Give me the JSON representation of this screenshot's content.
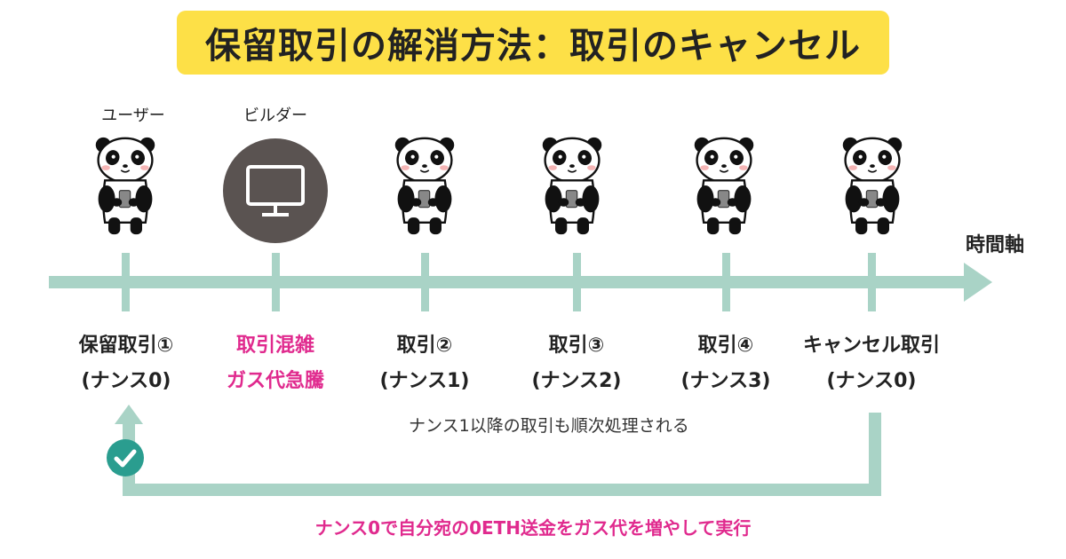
{
  "title": "保留取引の解消方法：取引のキャンセル",
  "roles": {
    "user": "ユーザー",
    "builder": "ビルダー"
  },
  "axis_label": "時間軸",
  "transactions": [
    {
      "line1": "保留取引①",
      "line2": "(ナンス0)"
    },
    {
      "line1": "取引混雑",
      "line2": "ガス代急騰"
    },
    {
      "line1": "取引②",
      "line2": "(ナンス1)"
    },
    {
      "line1": "取引③",
      "line2": "(ナンス2)"
    },
    {
      "line1": "取引④",
      "line2": "(ナンス3)"
    },
    {
      "line1": "キャンセル取引",
      "line2": "(ナンス0)"
    }
  ],
  "note": "ナンス1以降の取引も順次処理される",
  "footer_note": "ナンス0で自分宛の0ETH送金をガス代を増やして実行",
  "icons": {
    "mascot": "panda-holding-phone-icon",
    "builder": "computer-monitor-icon",
    "done": "check-circle-icon"
  },
  "colors": {
    "title_bg": "#fde047",
    "axis": "#a9d3c6",
    "highlight": "#e02a8e",
    "check": "#2a9d8f",
    "builder_bg": "#5a5351"
  }
}
